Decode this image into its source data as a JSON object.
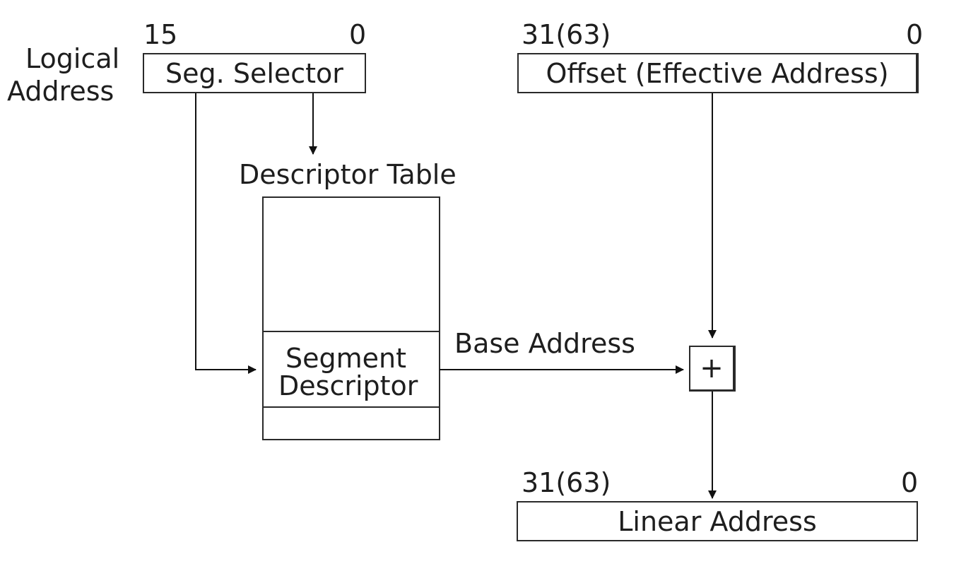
{
  "logical_address": {
    "line1": "Logical",
    "line2": "Address"
  },
  "selector": {
    "bit_high": "15",
    "bit_low": "0",
    "label": "Seg. Selector"
  },
  "offset": {
    "bit_high": "31(63)",
    "bit_low": "0",
    "label": "Offset (Effective Address)"
  },
  "descriptor_table": {
    "title": "Descriptor Table",
    "entry_line1": "Segment",
    "entry_line2": "Descriptor"
  },
  "base_address": {
    "label": "Base Address"
  },
  "adder": {
    "symbol": "+"
  },
  "linear": {
    "bit_high": "31(63)",
    "bit_low": "0",
    "label": "Linear Address"
  },
  "colors": {
    "stroke": "#2a2a2a",
    "text": "#1e1e1e",
    "background": "#ffffff"
  }
}
